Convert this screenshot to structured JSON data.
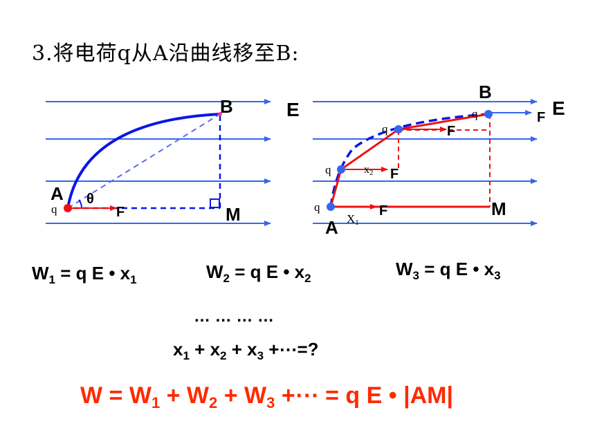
{
  "title": "3.将电荷q从A沿曲线移至B:",
  "left_diagram": {
    "point_a": "A",
    "point_b": "B",
    "point_m": "M",
    "charge": "q",
    "angle": "θ",
    "force": "F"
  },
  "right_diagram": {
    "field_left": "E",
    "field_right": "E",
    "point_a": "A",
    "point_b": "B",
    "point_m": "M",
    "charge": "q",
    "force": "F",
    "x1": "X",
    "x1_sub": "1",
    "x2": "x",
    "x2_sub": "2"
  },
  "equations": {
    "w1": {
      "w": "W",
      "w_sub": "1",
      "mid": " = q E  • x",
      "x_sub": "1"
    },
    "w2": {
      "w": "W",
      "w_sub": "2",
      "mid": " = q E  • x",
      "x_sub": "2"
    },
    "w3": {
      "w": "W",
      "w_sub": "3",
      "mid": " = q E  • x",
      "x_sub": "3"
    },
    "dots": "… … … …",
    "sum": {
      "x": "x",
      "s1": "1",
      "p1": " + x",
      "s2": "2",
      "p2": " + x",
      "s3": "3",
      "tail": " +⋯=?"
    },
    "final": {
      "a": "W = W",
      "s1": "1",
      "b": " + W",
      "s2": "2",
      "c": " + W",
      "s3": "3",
      "d": " +⋯ = q E • |AM|"
    }
  },
  "colors": {
    "field": "#3366ee",
    "path_blue": "#0a16e6",
    "path_red": "#ee1111",
    "result": "#ff2a00"
  }
}
